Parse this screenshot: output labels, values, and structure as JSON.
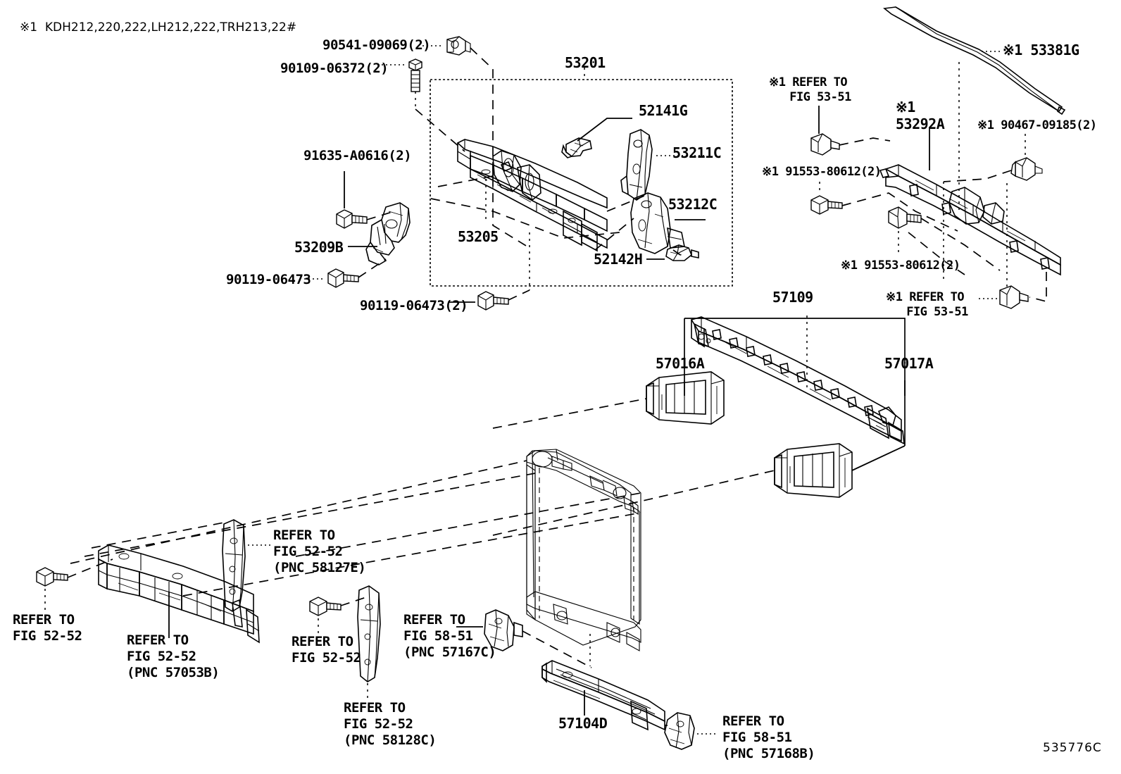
{
  "figure": {
    "id": "535776C",
    "header_note": "※1  KDH212,220,222,LH212,222,TRH213,22#"
  },
  "labels": {
    "note_marker": "※1",
    "l_90541": "90541-09069(2)",
    "l_90109": "90109-06372(2)",
    "l_53201": "53201",
    "l_52141G": "52141G",
    "l_53211C": "53211C",
    "l_53212C": "53212C",
    "l_52142H": "52142H",
    "l_53205": "53205",
    "l_91635": "91635-A0616(2)",
    "l_53209B": "53209B",
    "l_90119_a": "90119-06473",
    "l_90119_b": "90119-06473(2)",
    "l_refer_5351_a": "※1 REFER TO\n   FIG 53-51",
    "l_53292A": "※1\n53292A",
    "l_90467": "※1 90467-09185(2)",
    "l_91553_a": "※1 91553-80612(2)",
    "l_91553_b": "※1 91553-80612(2)",
    "l_refer_5351_b": "※1 REFER TO\n   FIG 53-51",
    "l_53381G": "※1 53381G",
    "l_57109": "57109",
    "l_57016A": "57016A",
    "l_57017A": "57017A",
    "l_refer_5252_a": "REFER TO\nFIG 52-52",
    "l_refer_5252_b": "REFER TO\nFIG 52-52\n(PNC 57053B)",
    "l_refer_5252_c": "REFER TO\nFIG 52-52\n(PNC 58127E)",
    "l_refer_5252_d": "REFER TO\nFIG 52-52",
    "l_refer_5252_e": "REFER TO\nFIG 52-52\n(PNC 58128C)",
    "l_refer_5851_a": "REFER TO\nFIG 58-51\n(PNC 57167C)",
    "l_refer_5851_b": "REFER TO\nFIG 58-51\n(PNC 57168B)",
    "l_57104D": "57104D"
  },
  "colors": {
    "ink": "#000000",
    "paper": "#ffffff"
  }
}
